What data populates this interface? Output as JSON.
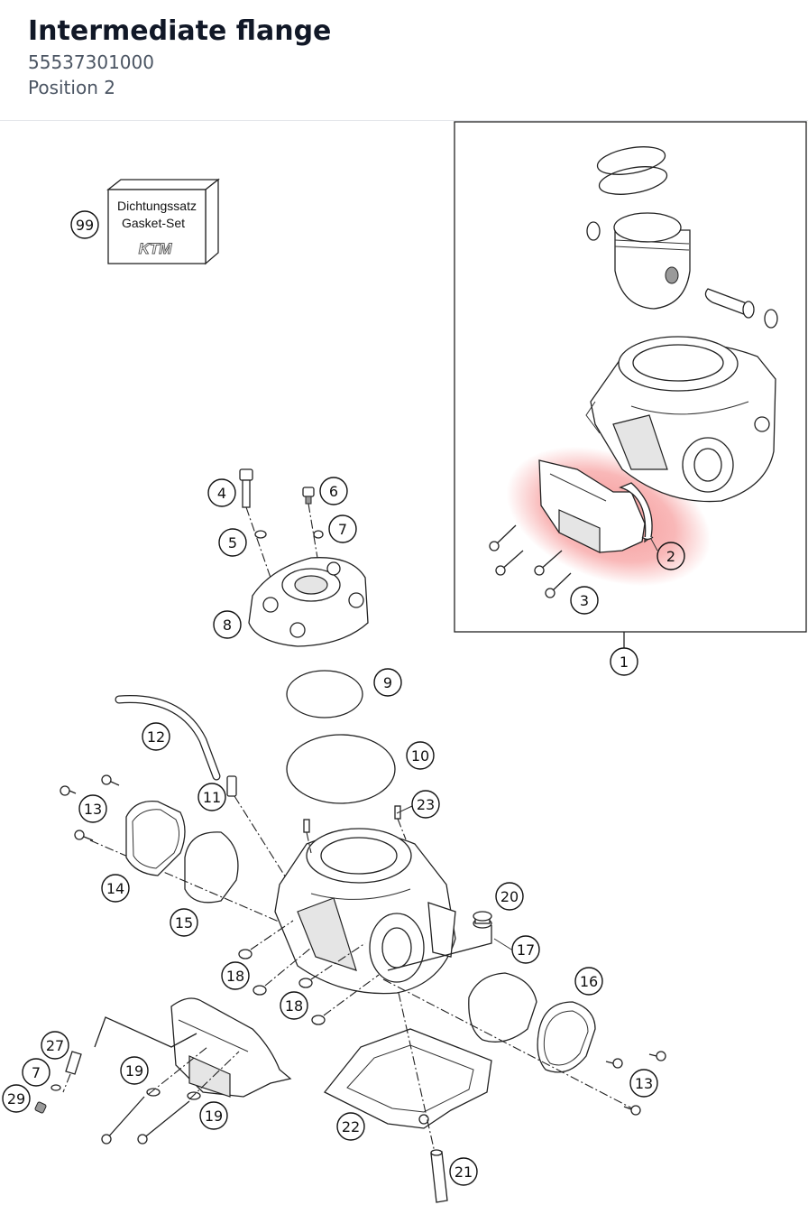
{
  "header": {
    "title": "Intermediate flange",
    "part_number": "55537301000",
    "position": "Position 2"
  },
  "gasket_set": {
    "line1": "Dichtungssatz",
    "line2": "Gasket-Set",
    "brand": "KTM"
  },
  "highlight_color": "#ef4444",
  "callouts": [
    "99",
    "1",
    "2",
    "3",
    "4",
    "5",
    "6",
    "7",
    "8",
    "9",
    "10",
    "12",
    "11",
    "13",
    "23",
    "14",
    "15",
    "20",
    "17",
    "16",
    "18",
    "18",
    "19",
    "27",
    "7",
    "29",
    "19",
    "22",
    "13",
    "21"
  ]
}
